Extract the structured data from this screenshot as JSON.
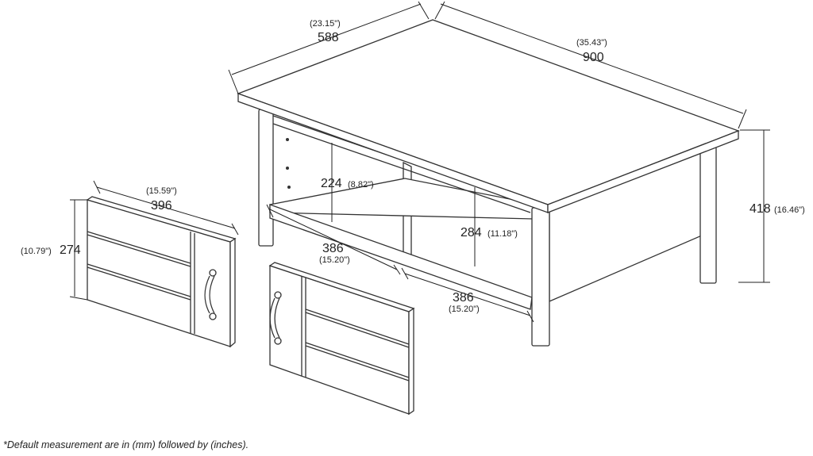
{
  "dimensions": {
    "top_depth": {
      "mm": "588",
      "in": "(23.15\")"
    },
    "top_width": {
      "mm": "900",
      "in": "(35.43\")"
    },
    "height": {
      "mm": "418",
      "in": "(16.46\")"
    },
    "shelf_gap": {
      "mm": "224",
      "in": "(8.82\")"
    },
    "open_height": {
      "mm": "284",
      "in": "(11.18\")"
    },
    "compartment_left": {
      "mm": "386",
      "in": "(15.20\")"
    },
    "compartment_right": {
      "mm": "386",
      "in": "(15.20\")"
    },
    "door_width": {
      "mm": "396",
      "in": "(15.59\")"
    },
    "door_height": {
      "mm": "274",
      "in": "(10.79\")"
    }
  },
  "footnote": "*Default measurement are in (mm) followed by (inches)."
}
